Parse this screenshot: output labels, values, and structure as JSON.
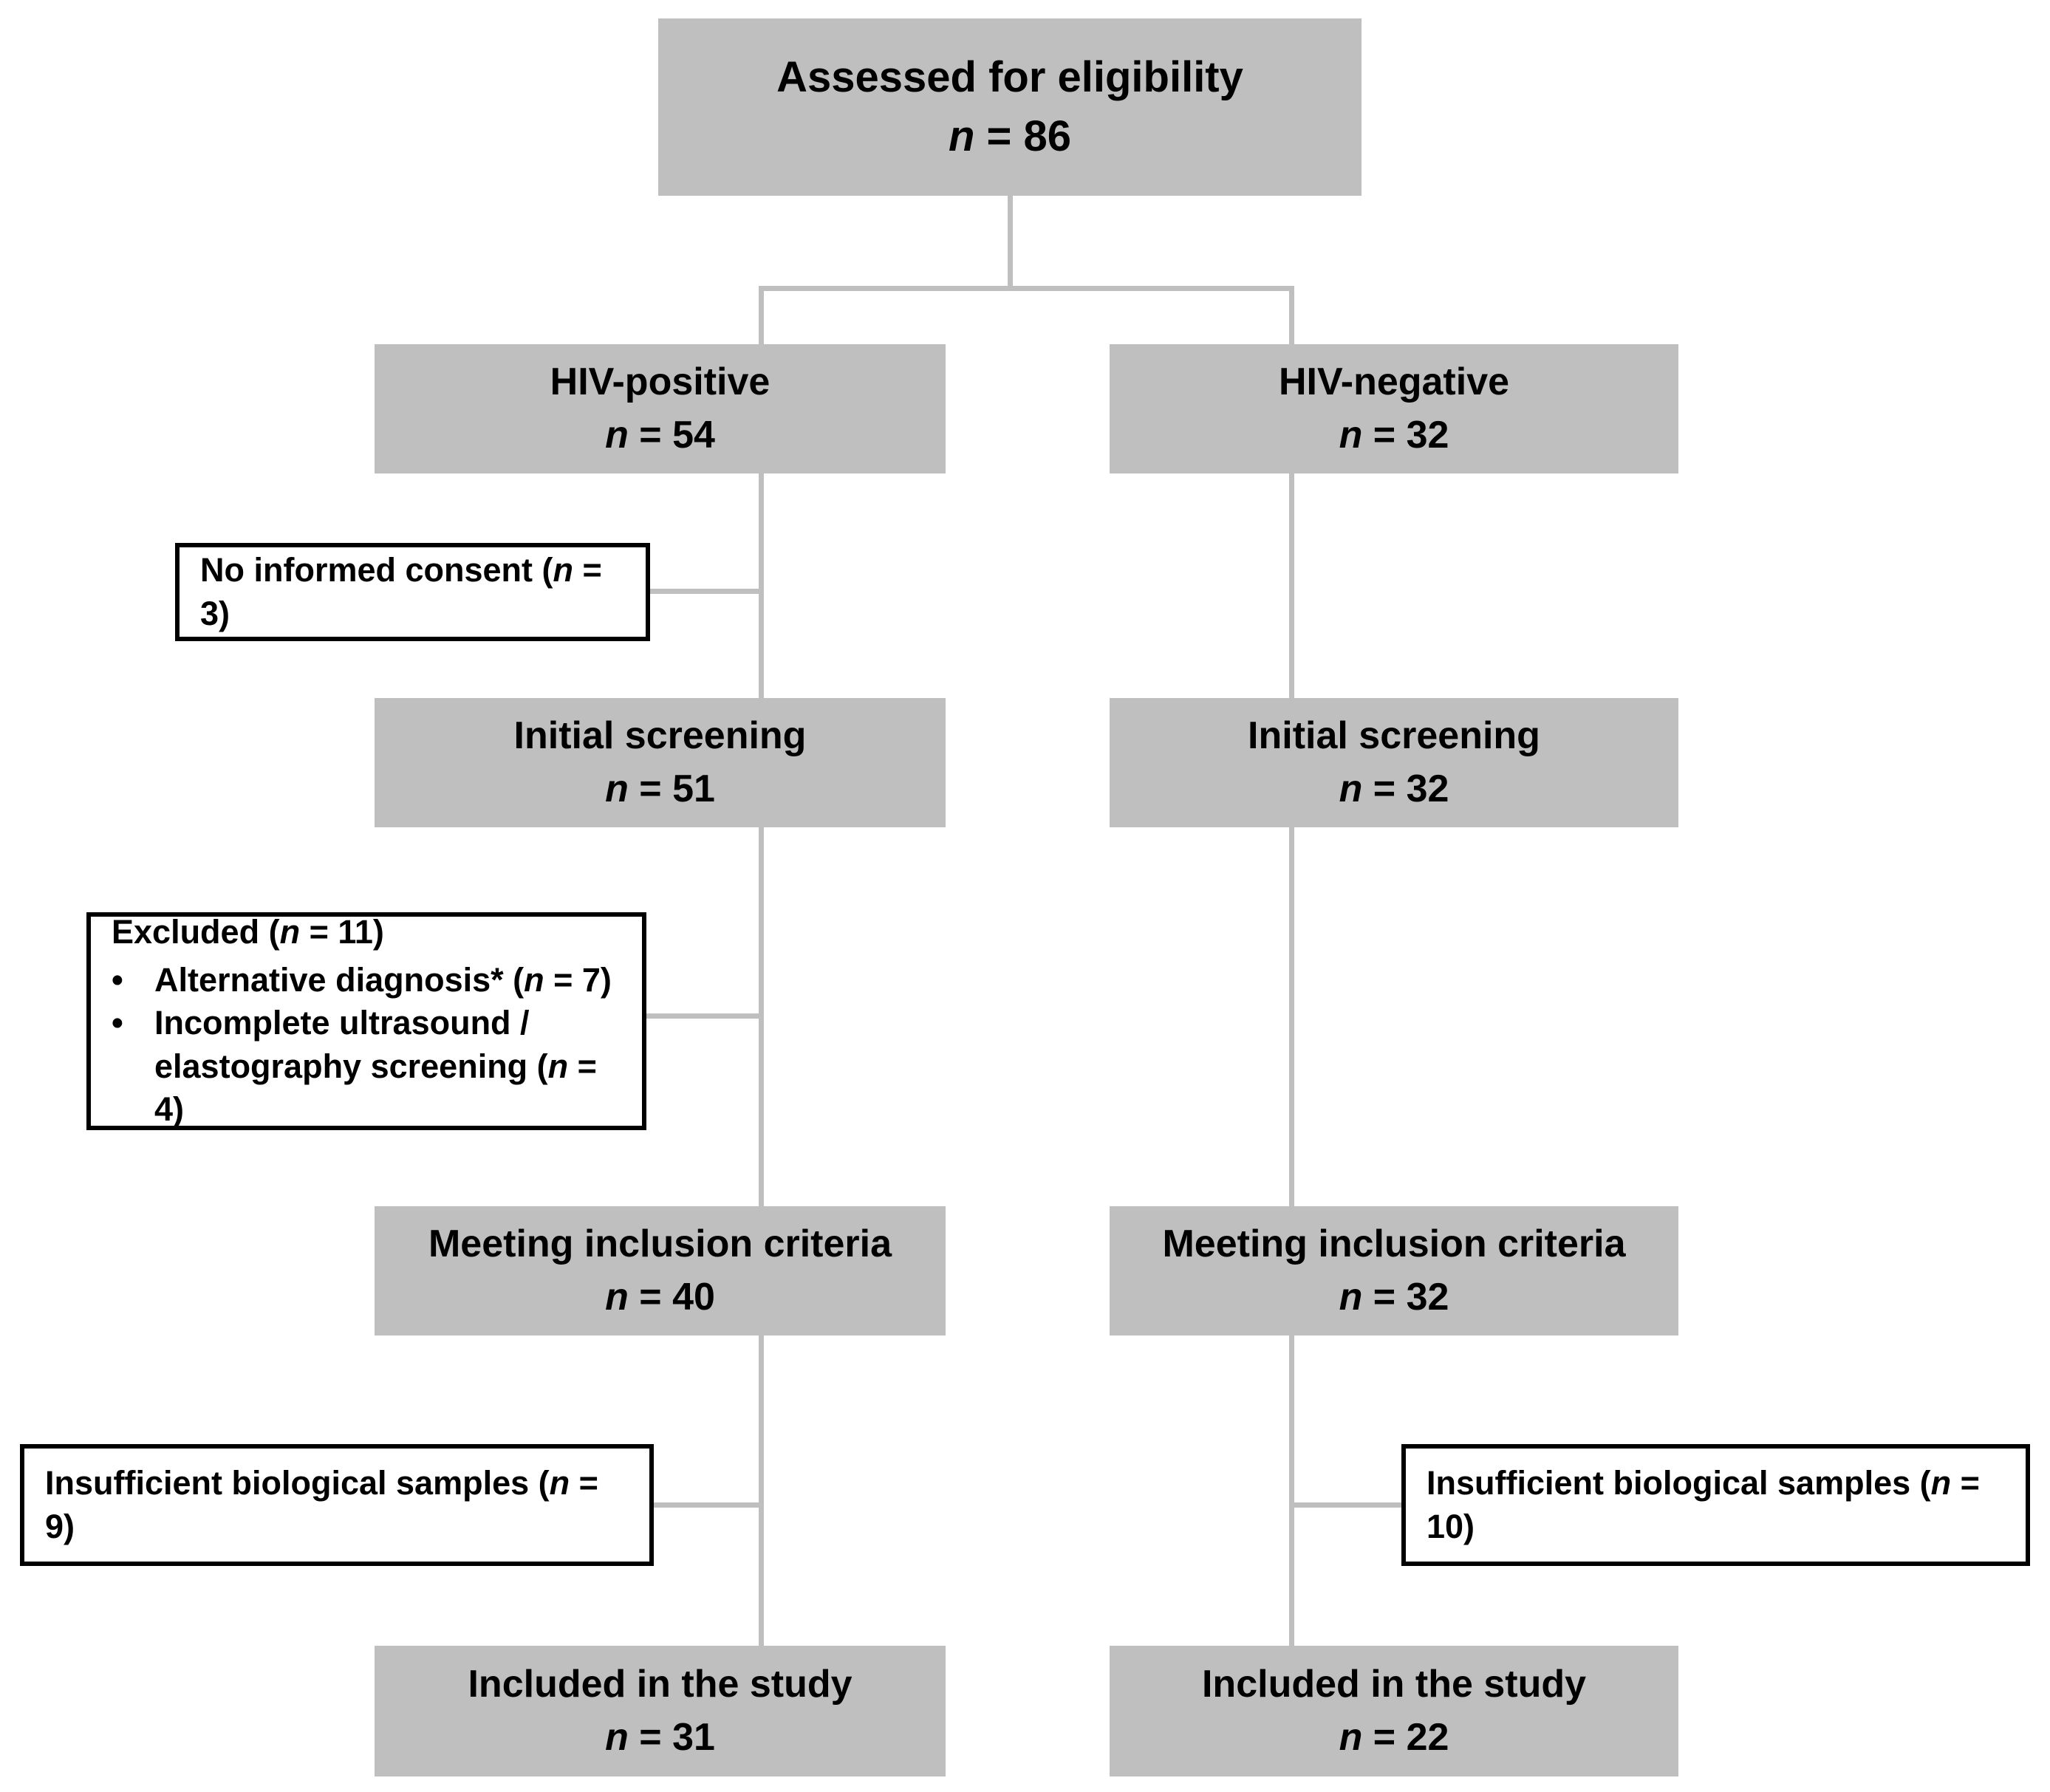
{
  "colors": {
    "background": "#ffffff",
    "node_fill": "#bfbfbf",
    "connector": "#bfbfbf",
    "note_border": "#000000",
    "text": "#000000"
  },
  "nodes": {
    "assessed": {
      "label": "Assessed for eligibility",
      "count": "n = 86"
    },
    "hiv_positive": {
      "label": "HIV-positive",
      "count": "n = 54"
    },
    "hiv_negative": {
      "label": "HIV-negative",
      "count": "n = 32"
    },
    "screening_left": {
      "label": "Initial screening",
      "count": "n = 51"
    },
    "screening_right": {
      "label": "Initial screening",
      "count": "n = 32"
    },
    "inclusion_left": {
      "label": "Meeting inclusion criteria",
      "count": "n = 40"
    },
    "inclusion_right": {
      "label": "Meeting inclusion criteria",
      "count": "n = 32"
    },
    "included_left": {
      "label": "Included in the study",
      "count": "n = 31"
    },
    "included_right": {
      "label": "Included in the study",
      "count": "n = 22"
    }
  },
  "side_notes": {
    "no_consent": {
      "text": "No informed consent (n = 3)"
    },
    "excluded": {
      "title": "Excluded (n = 11)",
      "bullet_glyph": "•",
      "bullets": [
        "Alternative diagnosis* (n = 7)",
        "Incomplete ultrasound / elastography screening (n = 4)"
      ]
    },
    "insufficient_left": {
      "text": "Insufficient biological samples (n = 9)"
    },
    "insufficient_right": {
      "text": "Insufficient biological samples (n = 10)"
    }
  }
}
